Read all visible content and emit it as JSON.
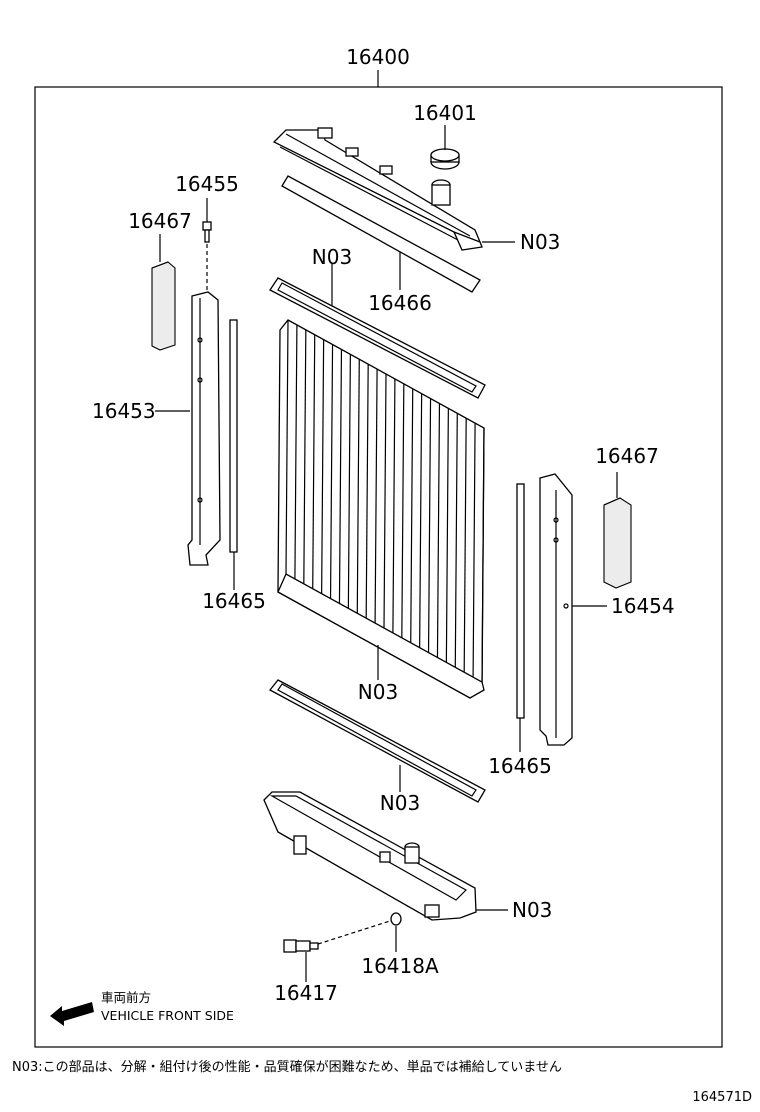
{
  "assembly": {
    "number": "16400"
  },
  "callouts": {
    "c16401": "16401",
    "n03_top": "N03",
    "n03_upper_packing": "N03",
    "c16466": "16466",
    "c16455": "16455",
    "c16467_left": "16467",
    "c16453": "16453",
    "c16465_left": "16465",
    "n03_core": "N03",
    "c16467_right": "16467",
    "c16454": "16454",
    "c16465_right": "16465",
    "n03_lower_packing": "N03",
    "n03_lower_tank": "N03",
    "c16418a": "16418A",
    "c16417": "16417"
  },
  "direction": {
    "label_jp": "車両前方",
    "label_en": "VEHICLE FRONT SIDE"
  },
  "footnote": "N03:この部品は、分解・組付け後の性能・品質確保が困難なため、単品では補給していません",
  "diagram_code": "164571D"
}
